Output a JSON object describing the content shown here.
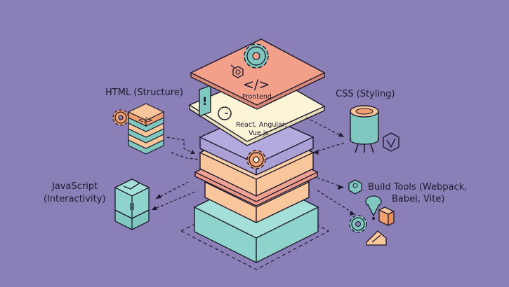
{
  "labels": {
    "html": "HTML (Structure)",
    "css": "CSS (Styling)",
    "js_line1": "JavaScript",
    "js_line2": "(Interactivity)",
    "build_line1": "Build Tools (Webpack,",
    "build_line2": "Babel, Vite)",
    "frontend": "Frontend",
    "frameworks_line1": "React, Angular,",
    "frameworks_line2": "Vue.js"
  },
  "icons": {
    "code_symbol": "</>",
    "alert_symbol": "!"
  },
  "colors": {
    "background": "#8a7fb6",
    "salmon": "#f2a08a",
    "cream": "#fbf4d6",
    "lavender": "#aaa0d6",
    "peach": "#f8c69a",
    "coral": "#ee9a8a",
    "teal": "#8fd4cc",
    "ink": "#1f1b2e"
  }
}
